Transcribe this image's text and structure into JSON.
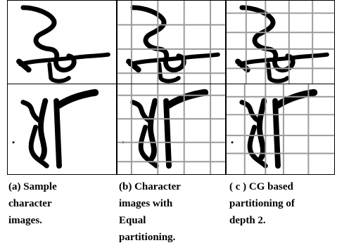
{
  "figure": {
    "panels": [
      {
        "caption": [
          "(a) Sample",
          "character",
          "images."
        ],
        "grid": "none"
      },
      {
        "caption": [
          "(b) Character",
          "images with",
          "Equal",
          "partitioning."
        ],
        "grid": "equal"
      },
      {
        "caption": [
          "( c ) CG based",
          "partitioning of",
          "depth 2."
        ],
        "grid": "cg-depth-2"
      }
    ],
    "colors": {
      "ink": "#000000",
      "grid_line": "#9a9a9a",
      "border": "#000000"
    }
  }
}
